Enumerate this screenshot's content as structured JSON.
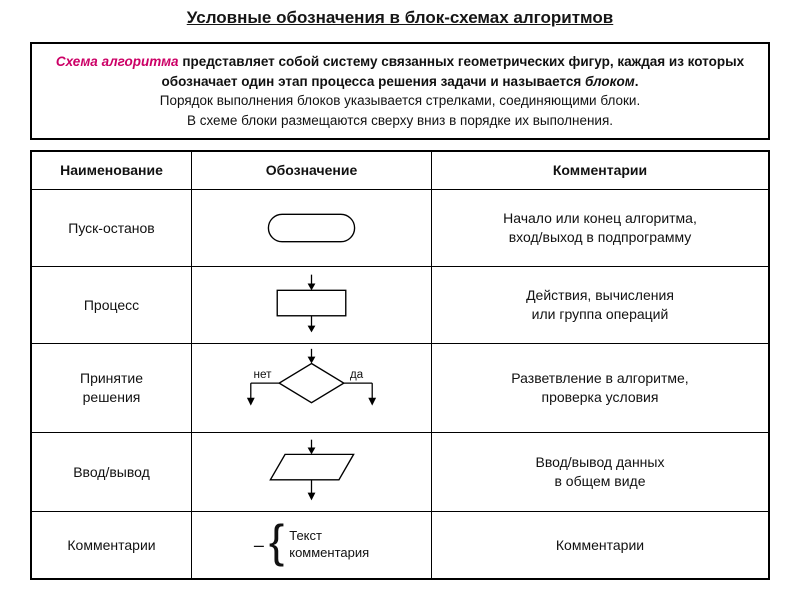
{
  "colors": {
    "background": "#ffffff",
    "border": "#000000",
    "accent_term": "#cc0066",
    "text": "#111111"
  },
  "title": "Условные обозначения в блок-схемах алгоритмов",
  "intro": {
    "term": "Схема алгоритма",
    "definition_rest": " представляет собой систему связанных геометрических фигур, каждая из которых обозначает один этап процесса решения задачи и называется ",
    "term2": "блоком",
    "after_term2": ".",
    "line2": "Порядок выполнения блоков указывается стрелками, соединяющими блоки.",
    "line3": "В схеме блоки размещаются сверху вниз в порядке их выполнения."
  },
  "table": {
    "headers": [
      "Наименование",
      "Обозначение",
      "Комментарии"
    ],
    "rows": [
      {
        "name": "Пуск-останов",
        "symbol": "terminator",
        "comment": "Начало или конец алгоритма,\nвход/выход в подпрограмму"
      },
      {
        "name": "Процесс",
        "symbol": "process",
        "comment": "Действия, вычисления\nили группа операций"
      },
      {
        "name": "Принятие\nрешения",
        "symbol": "decision",
        "label_no": "нет",
        "label_yes": "да",
        "comment": "Разветвление в алгоритме,\nпроверка условия"
      },
      {
        "name": "Ввод/вывод",
        "symbol": "input-output",
        "comment": "Ввод/вывод данных\nв общем виде"
      },
      {
        "name": "Комментарии",
        "symbol": "comment",
        "dash": "–",
        "brace": "{",
        "symbol_text": "Текст\nкомментария",
        "comment": "Комментарии"
      }
    ]
  }
}
